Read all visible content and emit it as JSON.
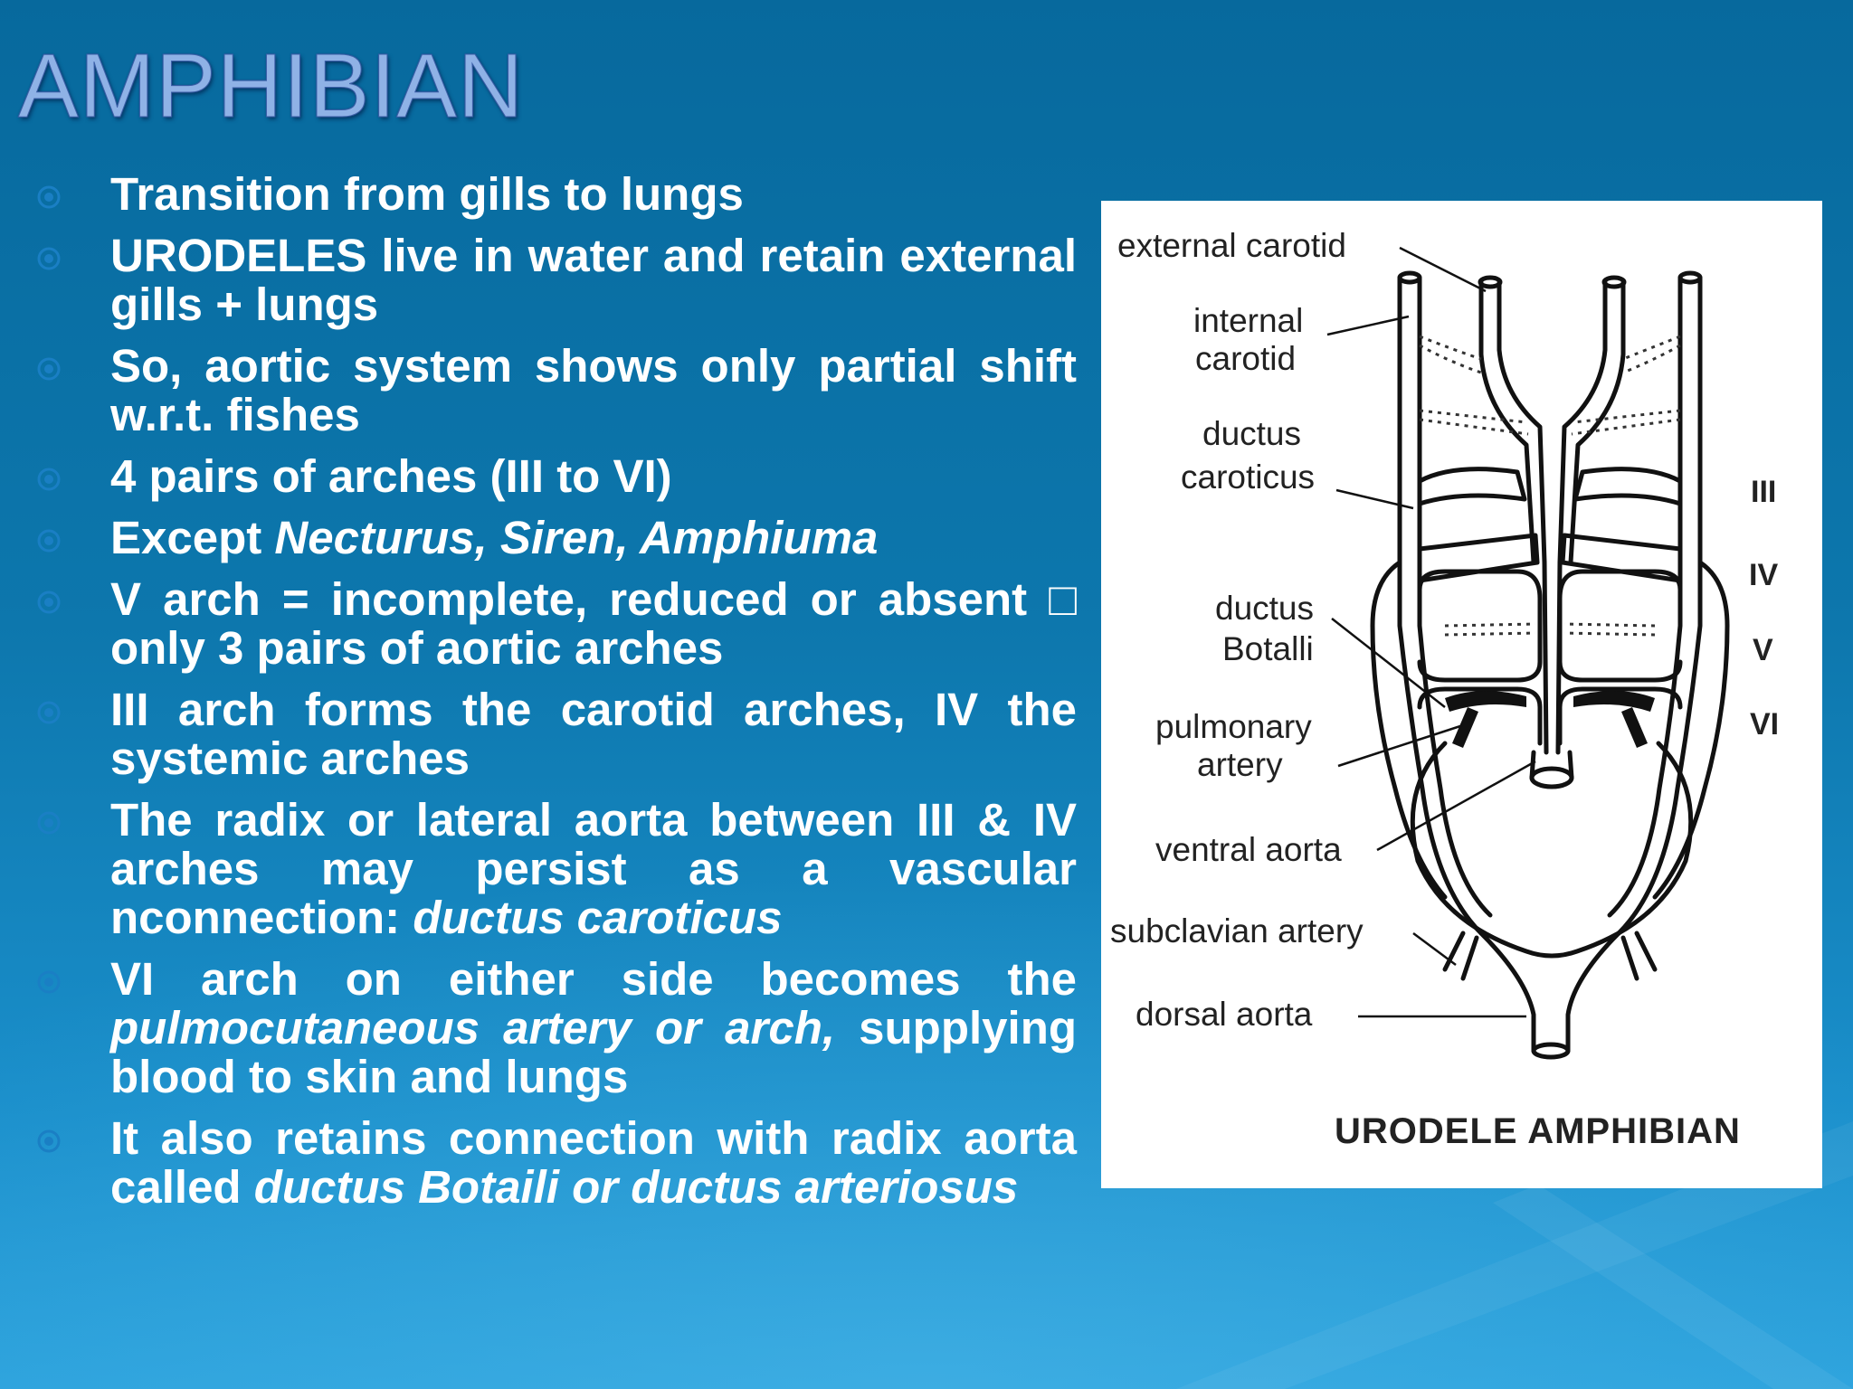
{
  "slide": {
    "title": "AMPHIBIAN",
    "colors": {
      "background_top": "#07699d",
      "background_bottom": "#2aa1dc",
      "title": "#8fb2e6",
      "bullet_icon": "#1a7fc4",
      "text": "#ffffff"
    },
    "bullet_icon": "target-circle-icon",
    "bullets": [
      {
        "segments": [
          {
            "text": "Transition from gills to lungs",
            "italic": false
          }
        ]
      },
      {
        "segments": [
          {
            "text": "URODELES live in water and retain external gills + lungs",
            "italic": false
          }
        ]
      },
      {
        "segments": [
          {
            "text": "So, aortic system shows only partial shift w.r.t. fishes",
            "italic": false
          }
        ]
      },
      {
        "segments": [
          {
            "text": "4 pairs of arches (III to VI)",
            "italic": false
          }
        ]
      },
      {
        "segments": [
          {
            "text": "Except ",
            "italic": false
          },
          {
            "text": "Necturus, Siren, Amphiuma",
            "italic": true
          }
        ]
      },
      {
        "segments": [
          {
            "text": " V arch = incomplete, reduced or absent □ only 3 pairs of aortic arches",
            "italic": false
          }
        ]
      },
      {
        "segments": [
          {
            "text": "III arch forms the carotid arches, IV the systemic arches",
            "italic": false
          }
        ]
      },
      {
        "segments": [
          {
            "text": "The radix or lateral aorta between III & IV arches may persist as a vascular nconnection: ",
            "italic": false
          },
          {
            "text": "ductus caroticus",
            "italic": true
          }
        ]
      },
      {
        "segments": [
          {
            "text": "VI arch on either side becomes the ",
            "italic": false
          },
          {
            "text": "pulmocutaneous artery or arch,",
            "italic": true
          },
          {
            "text": " supplying blood to skin and lungs",
            "italic": false
          }
        ]
      },
      {
        "segments": [
          {
            "text": "It also retains connection with radix aorta called ",
            "italic": false
          },
          {
            "text": "ductus Botaili or ductus arteriosus",
            "italic": true
          }
        ]
      }
    ]
  },
  "figure": {
    "caption": "URODELE AMPHIBIAN",
    "labels": {
      "external_carotid": "external carotid",
      "internal_carotid_1": "internal",
      "internal_carotid_2": "carotid",
      "ductus_caroticus_1": "ductus",
      "ductus_caroticus_2": "caroticus",
      "ductus_botalli_1": "ductus",
      "ductus_botalli_2": "Botalli",
      "pulmonary_artery_1": "pulmonary",
      "pulmonary_artery_2": "artery",
      "ventral_aorta": "ventral aorta",
      "subclavian_artery": "subclavian artery",
      "dorsal_aorta": "dorsal aorta"
    },
    "arch_numerals": [
      "III",
      "IV",
      "V",
      "VI"
    ]
  }
}
